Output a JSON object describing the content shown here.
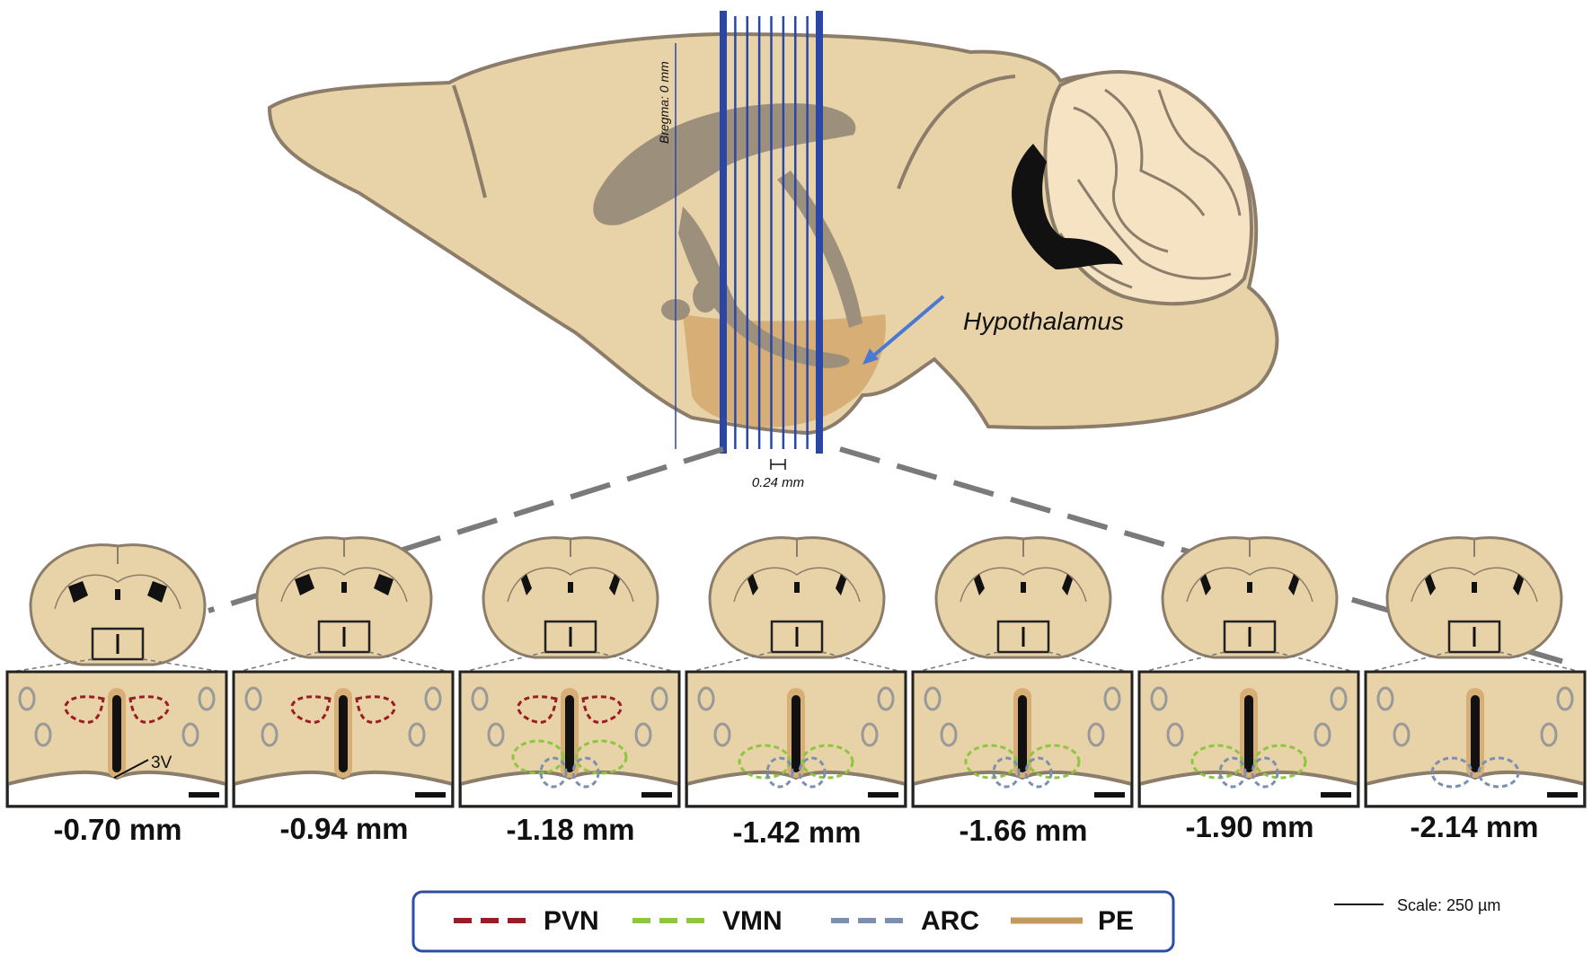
{
  "annotations": {
    "bregma": "Bregma: 0 mm",
    "hypothalamus": "Hypothalamus",
    "spacing": "0.24 mm",
    "ventricle": "3V",
    "scale": "Scale: 250 µm"
  },
  "sections": [
    {
      "label": "-0.70 mm"
    },
    {
      "label": "-0.94 mm"
    },
    {
      "label": "-1.18 mm"
    },
    {
      "label": "-1.42 mm"
    },
    {
      "label": "-1.66 mm"
    },
    {
      "label": "-1.90 mm"
    },
    {
      "label": "-2.14 mm"
    }
  ],
  "legend": [
    {
      "label": "PVN",
      "color": "#9b1c24",
      "style": "dashed"
    },
    {
      "label": "VMN",
      "color": "#8dc63f",
      "style": "dashed"
    },
    {
      "label": "ARC",
      "color": "#7b8fb0",
      "style": "dashed"
    },
    {
      "label": "PE",
      "color": "#c49a5c",
      "style": "solid"
    }
  ],
  "colors": {
    "tissue": "#e8d2a8",
    "outline": "#8c7d6a",
    "ventricle_shade": "#9c8f7c",
    "hypothalamus": "#d6ae76",
    "cerebellum": "#f5e3c3",
    "line_blue": "#2a47a8",
    "legend_border": "#2b4fa0"
  }
}
